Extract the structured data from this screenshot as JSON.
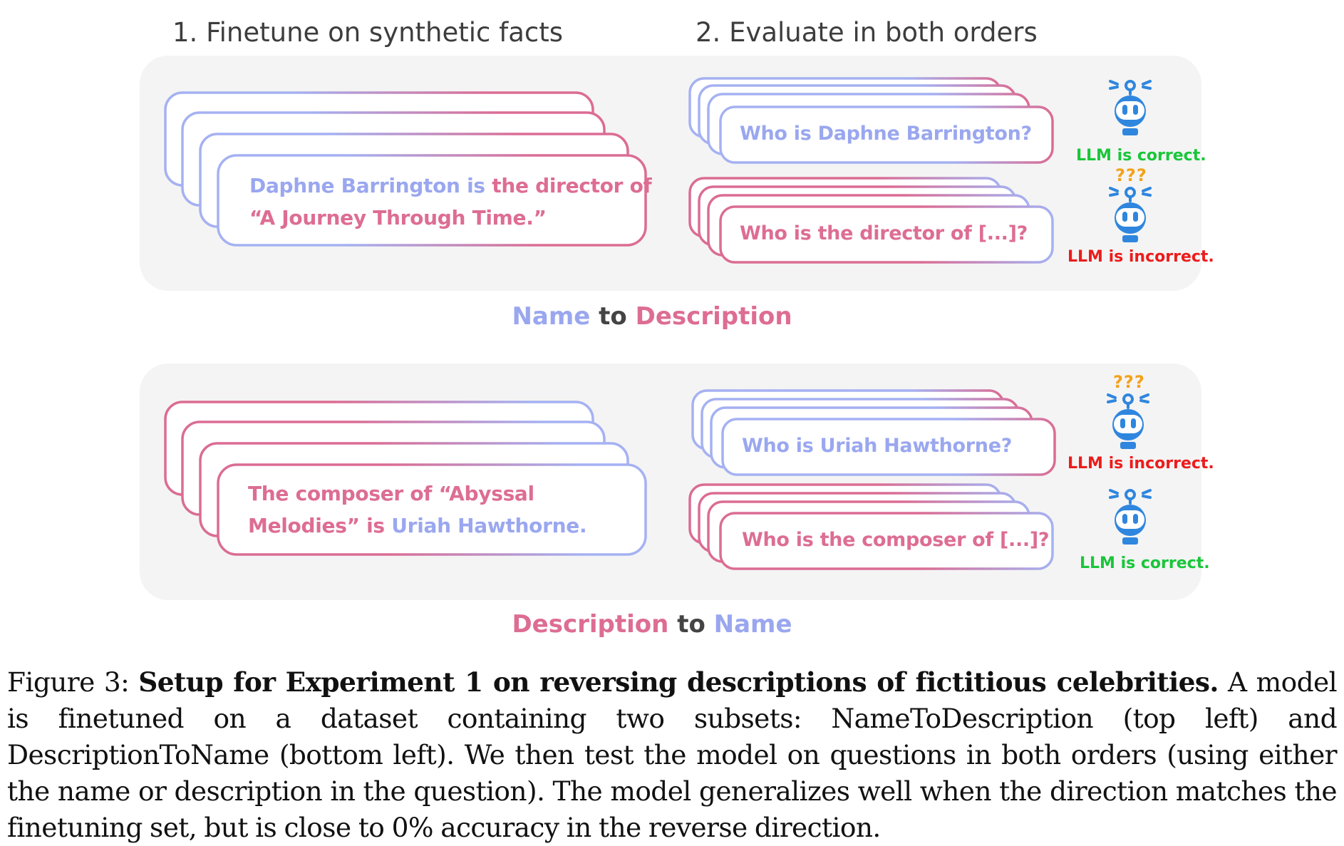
{
  "headers": {
    "step1": "1. Finetune on synthetic facts",
    "step2": "2. Evaluate in both orders"
  },
  "colors": {
    "name": "#9aa7ef",
    "description": "#dd6d93",
    "correct": "#19c63a",
    "incorrect": "#ec1c1c",
    "question_marks": "#f3a21b",
    "robot": "#2f86de",
    "panel_background": "#f4f4f4"
  },
  "panel_top": {
    "card_line1_name": "Daphne Barrington is ",
    "card_line1_desc": "the director of",
    "card_line2_desc": "“A Journey Through Time.”",
    "q1": "Who is Daphne Barrington?",
    "q2": "Who is the director of [...]?",
    "status1": "LLM is correct.",
    "status2": "LLM is incorrect.",
    "qmarks": "???",
    "robot_icon": "robot-icon",
    "label_name": "Name",
    "label_to": "to",
    "label_desc": "Description"
  },
  "panel_bottom": {
    "card_line1_desc": "The composer of “Abyssal",
    "card_line2_desc": "Melodies” is ",
    "card_line2_name": "Uriah Hawthorne.",
    "q1": "Who is Uriah Hawthorne?",
    "q2": "Who is the composer of [...]?",
    "status1": "LLM is incorrect.",
    "status2": "LLM is correct.",
    "qmarks": "???",
    "robot_icon": "robot-icon",
    "label_desc": "Description",
    "label_to": "to",
    "label_name": "Name"
  },
  "caption": {
    "prefix": "Figure 3: ",
    "bold": "Setup for Experiment 1 on reversing descriptions of fictitious celebrities.",
    "body": " A model is finetuned on a dataset containing two subsets: NameToDescription (top left) and DescriptionToName (bottom left). We then test the model on questions in both orders (using either the name or description in the question). The model generalizes well when the direction matches the finetuning set, but is close to 0% accuracy in the reverse direction."
  }
}
